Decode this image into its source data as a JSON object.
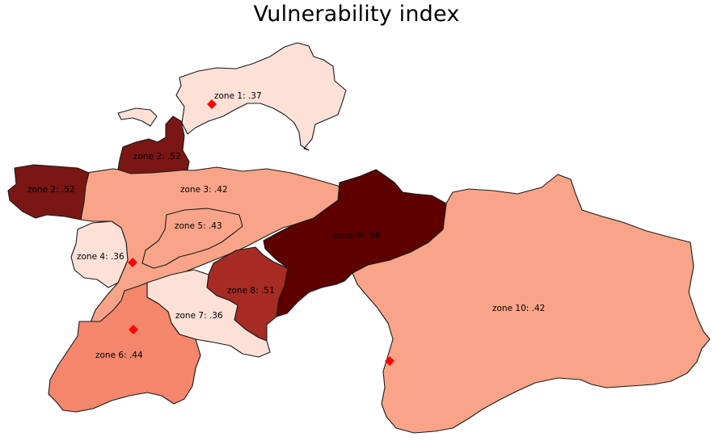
{
  "map": {
    "title": "Vulnerability index",
    "marker_color": "#ff0000",
    "zones": [
      {
        "id": "zone-1",
        "label": "zone 1: .37",
        "color": "#fde0d6"
      },
      {
        "id": "zone-2-north",
        "label": "zone 2: .52",
        "color": "#7a1613"
      },
      {
        "id": "zone-2-west",
        "label": "zone 2: .52",
        "color": "#7a1613"
      },
      {
        "id": "zone-3",
        "label": "zone 3: .42",
        "color": "#f9a488"
      },
      {
        "id": "zone-4",
        "label": "zone 4: .36",
        "color": "#fde0d6"
      },
      {
        "id": "zone-5",
        "label": "zone 5: .43",
        "color": "#f9a488"
      },
      {
        "id": "zone-6",
        "label": "zone 6: .44",
        "color": "#f4866c"
      },
      {
        "id": "zone-7",
        "label": "zone 7: .36",
        "color": "#fde0d6"
      },
      {
        "id": "zone-8",
        "label": "zone 8: .51",
        "color": "#a62b22"
      },
      {
        "id": "zone-9",
        "label": "zone 9: .56",
        "color": "#5e0000"
      },
      {
        "id": "zone-10",
        "label": "zone 10: .42",
        "color": "#f9a488"
      }
    ]
  }
}
